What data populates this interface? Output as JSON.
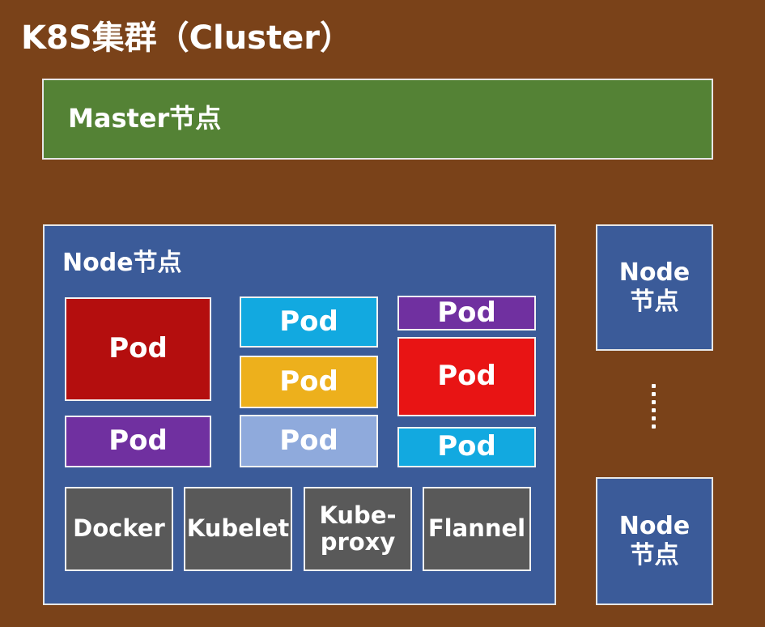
{
  "title": "K8S集群（Cluster）",
  "master": {
    "label": "Master节点"
  },
  "node_main": {
    "label": "Node节点",
    "pods": [
      {
        "label": "Pod",
        "color": "#b40e0e"
      },
      {
        "label": "Pod",
        "color": "#7030a0"
      },
      {
        "label": "Pod",
        "color": "#12a9e0"
      },
      {
        "label": "Pod",
        "color": "#edb01c"
      },
      {
        "label": "Pod",
        "color": "#8faadc"
      },
      {
        "label": "Pod",
        "color": "#7030a0"
      },
      {
        "label": "Pod",
        "color": "#e81414"
      },
      {
        "label": "Pod",
        "color": "#12a9e0"
      }
    ],
    "components": [
      {
        "label": "Docker"
      },
      {
        "label": "Kubelet"
      },
      {
        "label": "Kube-\nproxy"
      },
      {
        "label": "Flannel"
      }
    ]
  },
  "side_nodes": [
    {
      "label": "Node\n节点"
    },
    {
      "label": "Node\n节点"
    }
  ]
}
